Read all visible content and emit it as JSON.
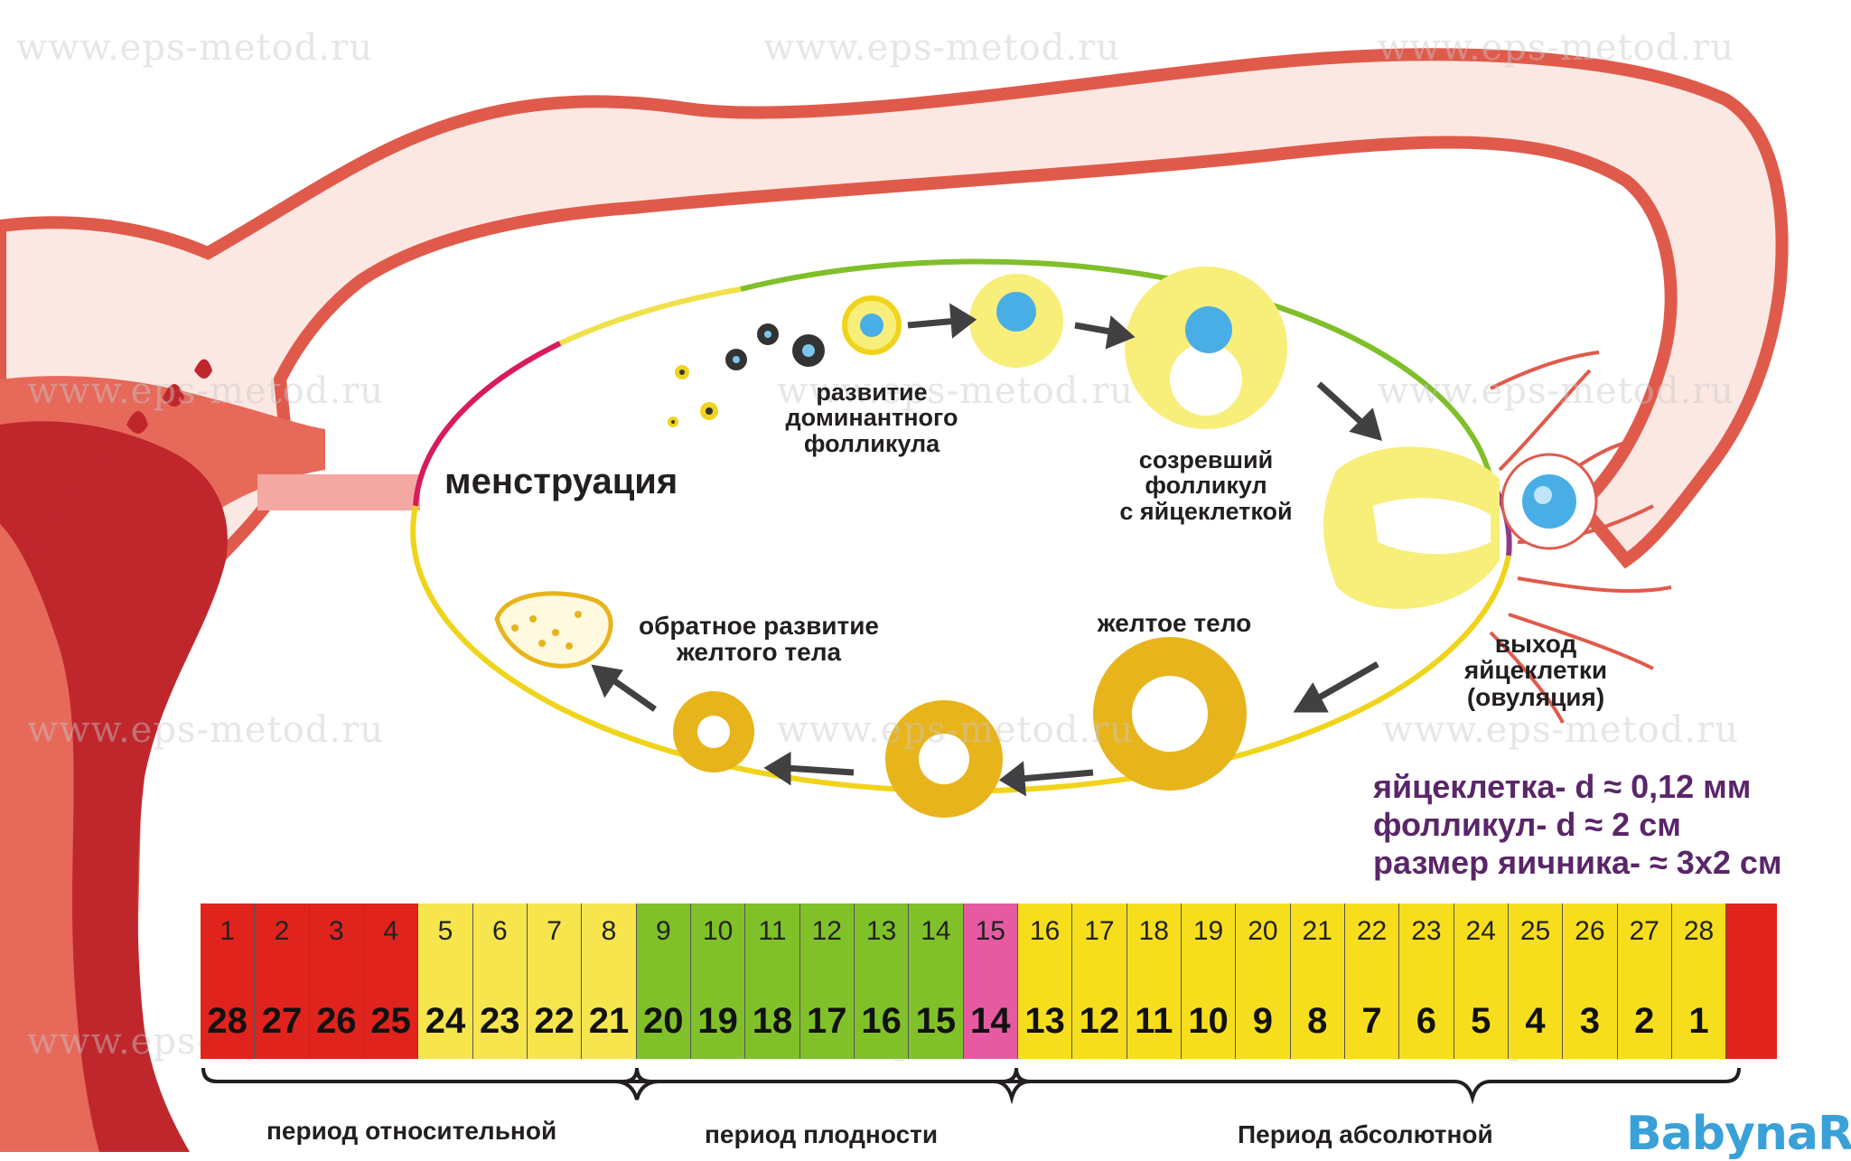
{
  "watermark": "www.eps-metod.ru",
  "labels": {
    "menstruation": "менструация",
    "dominant_follicle": [
      "развитие",
      "доминантного",
      "фолликула"
    ],
    "mature_follicle": [
      "созревший",
      "фолликул",
      "с яйцеклеткой"
    ],
    "ovulation": [
      "выход",
      "яйцеклетки",
      "(овуляция)"
    ],
    "corpus_luteum": "желтое тело",
    "regression": [
      "обратное развитие",
      "желтого тела"
    ]
  },
  "sizes": [
    "яйцеклетка- d ≈ 0,12 мм",
    "фолликул- d ≈ 2 см",
    "размер яичника- ≈ 3x2 см"
  ],
  "calendar": {
    "days": [
      {
        "top": "1",
        "bottom": "28",
        "color": "#e0231c"
      },
      {
        "top": "2",
        "bottom": "27",
        "color": "#e0231c"
      },
      {
        "top": "3",
        "bottom": "26",
        "color": "#e0231c"
      },
      {
        "top": "4",
        "bottom": "25",
        "color": "#e0231c"
      },
      {
        "top": "5",
        "bottom": "24",
        "color": "#f6e54c"
      },
      {
        "top": "6",
        "bottom": "23",
        "color": "#f6e54c"
      },
      {
        "top": "7",
        "bottom": "22",
        "color": "#f6e54c"
      },
      {
        "top": "8",
        "bottom": "21",
        "color": "#f6e54c"
      },
      {
        "top": "9",
        "bottom": "20",
        "color": "#80c12a"
      },
      {
        "top": "10",
        "bottom": "19",
        "color": "#80c12a"
      },
      {
        "top": "11",
        "bottom": "18",
        "color": "#80c12a"
      },
      {
        "top": "12",
        "bottom": "17",
        "color": "#80c12a"
      },
      {
        "top": "13",
        "bottom": "16",
        "color": "#80c12a"
      },
      {
        "top": "14",
        "bottom": "15",
        "color": "#80c12a"
      },
      {
        "top": "15",
        "bottom": "14",
        "color": "#e65aa2"
      },
      {
        "top": "16",
        "bottom": "13",
        "color": "#f7de1c"
      },
      {
        "top": "17",
        "bottom": "12",
        "color": "#f7de1c"
      },
      {
        "top": "18",
        "bottom": "11",
        "color": "#f7de1c"
      },
      {
        "top": "19",
        "bottom": "10",
        "color": "#f7de1c"
      },
      {
        "top": "20",
        "bottom": "9",
        "color": "#f7de1c"
      },
      {
        "top": "21",
        "bottom": "8",
        "color": "#f7de1c"
      },
      {
        "top": "22",
        "bottom": "7",
        "color": "#f7de1c"
      },
      {
        "top": "23",
        "bottom": "6",
        "color": "#f7de1c"
      },
      {
        "top": "24",
        "bottom": "5",
        "color": "#f7de1c"
      },
      {
        "top": "25",
        "bottom": "4",
        "color": "#f7de1c"
      },
      {
        "top": "26",
        "bottom": "3",
        "color": "#f7de1c"
      },
      {
        "top": "27",
        "bottom": "2",
        "color": "#f7de1c"
      },
      {
        "top": "28",
        "bottom": "1",
        "color": "#f7de1c"
      }
    ],
    "end_color": "#e0231c"
  },
  "periods": {
    "relative": "период относительной",
    "fertile": "период плодности",
    "absolute": "Период абсолютной"
  },
  "logo": "BabynaR",
  "colors": {
    "uterus_outline": "#e05a4b",
    "uterus_fill": "#fce8e3",
    "blood": "#c0272d",
    "ring": "#e8b41c",
    "follicle": "#f8ee7a",
    "egg": "#4aaee6",
    "text_purple": "#5a2669"
  }
}
